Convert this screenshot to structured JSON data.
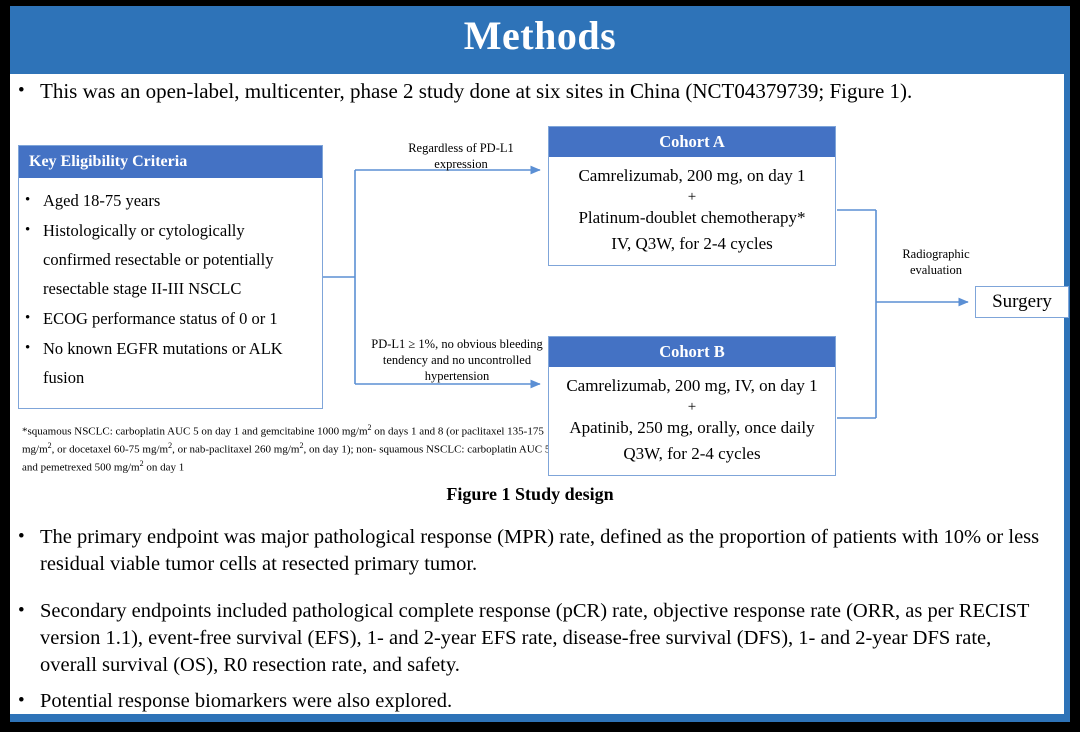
{
  "slide": {
    "title": "Methods",
    "accent_color": "#2E73B8",
    "box_header_color": "#4472C4",
    "connector_color": "#5B8FD4"
  },
  "lead_bullet": {
    "marker": "•",
    "text": "This was an open-label, multicenter, phase 2 study done at six sites in China (NCT04379739; Figure 1)."
  },
  "figure": {
    "caption": "Figure 1 Study design",
    "eligibility": {
      "header": "Key  Eligibility Criteria",
      "marker": "•",
      "items": [
        "Aged 18-75 years",
        "Histologically or cytologically confirmed resectable or potentially resectable stage II-III  NSCLC",
        "ECOG performance status of 0 or 1",
        "No known EGFR mutations or ALK fusion"
      ]
    },
    "footnote_line1_a": "*squamous NSCLC: carboplatin AUC 5 on day 1 and gemcitabine 1000 mg/m",
    "footnote_line1_b": " on days 1 and 8 (or",
    "footnote_line2_a": "paclitaxel 135-175  mg/m",
    "footnote_line2_b": ", or docetaxel 60-75 mg/m",
    "footnote_line2_c": ", or nab-paclitaxel 260 mg/m",
    "footnote_line2_d": ", on day 1); non-",
    "footnote_line3_a": "squamous NSCLC: carboplatin AUC 5 and pemetrexed 500 mg/m",
    "footnote_line3_b": " on day 1",
    "footnote_sup": "2",
    "branch_label_top": "Regardless  of PD-L1 expression",
    "branch_label_bottom": "PD-L1 ≥ 1%, no obvious bleeding tendency and no uncontrolled  hypertension",
    "evaluation_label": "Radiographic evaluation",
    "cohort_a": {
      "header": "Cohort A",
      "line1": "Camrelizumab, 200 mg, on day 1",
      "plus": "+",
      "line2": "Platinum-doublet chemotherapy*",
      "line3": "IV, Q3W, for 2-4 cycles"
    },
    "cohort_b": {
      "header": "Cohort B",
      "line1": "Camrelizumab, 200 mg, IV, on day 1",
      "plus": "+",
      "line2": "Apatinib, 250 mg, orally, once daily",
      "line3": "Q3W, for 2-4 cycles"
    },
    "surgery": "Surgery"
  },
  "body_bullets": {
    "marker": "•",
    "items": [
      "The primary endpoint was major pathological response (MPR) rate, defined as the proportion of patients with 10% or less residual viable tumor cells at resected primary tumor.",
      "Secondary endpoints included pathological complete response (pCR) rate, objective response rate (ORR, as per RECIST version 1.1), event-free survival (EFS), 1- and 2-year EFS rate, disease-free survival (DFS), 1- and 2-year DFS rate, overall survival (OS), R0 resection rate, and safety.",
      "Potential response biomarkers were also explored."
    ]
  }
}
